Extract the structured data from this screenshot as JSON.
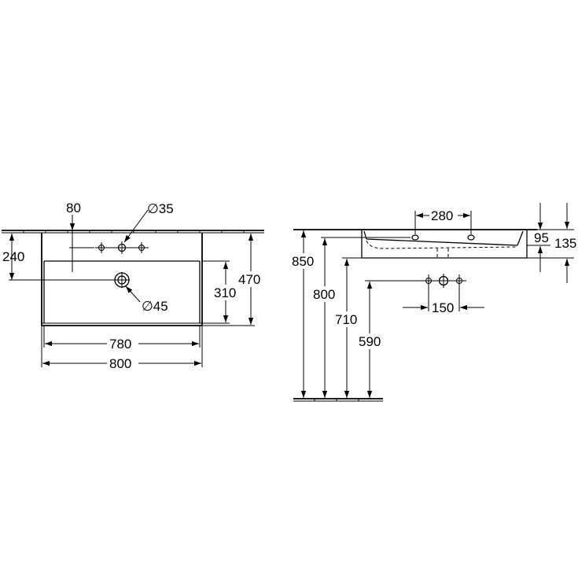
{
  "plan_view": {
    "tap_offset": "80",
    "tap_hole_diameter": "∅35",
    "wall_to_drain": "240",
    "drain_diameter": "∅45",
    "inner_width": "780",
    "outer_width": "800",
    "inner_depth": "310",
    "outer_depth": "470"
  },
  "side_view": {
    "tap_spacing_top": "280",
    "height_to_rim": "850",
    "height_to_tap": "800",
    "height_to_base": "710",
    "height_to_outlet": "590",
    "outlet_spacing": "150",
    "bowl_depth": "95",
    "total_depth": "135"
  },
  "colors": {
    "line": "#000000",
    "background": "#ffffff"
  }
}
